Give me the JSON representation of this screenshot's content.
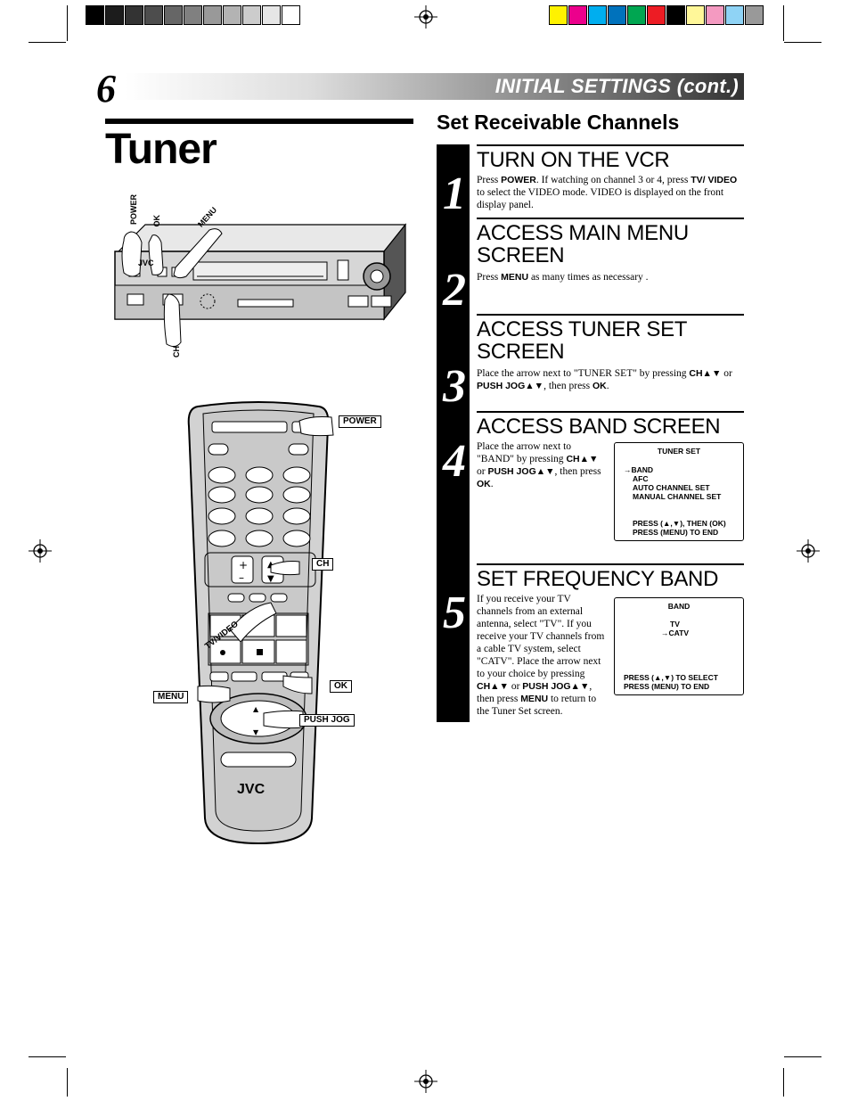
{
  "header": {
    "page_number": "6",
    "section": "INITIAL SETTINGS (cont.)"
  },
  "page_title": "Tuner",
  "subsection": "Set Receivable Channels",
  "steps": [
    {
      "number": "1",
      "heading": "TURN ON THE VCR",
      "body": [
        {
          "t": "Press "
        },
        {
          "t": "POWER",
          "b": true
        },
        {
          "t": ". If watching on channel 3 or 4, press "
        },
        {
          "t": "TV/ VIDEO",
          "b": true
        },
        {
          "t": " to select the VIDEO mode. VIDEO is displayed on the front display panel."
        }
      ]
    },
    {
      "number": "2",
      "heading": "ACCESS MAIN MENU SCREEN",
      "body": [
        {
          "t": "Press "
        },
        {
          "t": "MENU",
          "b": true
        },
        {
          "t": " as many times as necessary ."
        }
      ]
    },
    {
      "number": "3",
      "heading": "ACCESS TUNER SET SCREEN",
      "body": [
        {
          "t": "Place the arrow next to \"TUNER SET\" by pressing "
        },
        {
          "t": "CH▲▼",
          "b": true
        },
        {
          "t": "  or "
        },
        {
          "t": "PUSH JOG▲▼",
          "b": true
        },
        {
          "t": ", then press "
        },
        {
          "t": "OK",
          "b": true
        },
        {
          "t": "."
        }
      ]
    },
    {
      "number": "4",
      "heading": "ACCESS BAND SCREEN",
      "body": [
        {
          "t": "Place the arrow next to \"BAND\" by pressing "
        },
        {
          "t": "CH▲▼",
          "b": true
        },
        {
          "t": "  or "
        },
        {
          "t": "PUSH JOG▲▼",
          "b": true
        },
        {
          "t": ", then press "
        },
        {
          "t": "OK",
          "b": true
        },
        {
          "t": "."
        }
      ]
    },
    {
      "number": "5",
      "heading": "SET FREQUENCY BAND",
      "body": [
        {
          "t": "If you receive your TV channels from an external antenna, select \"TV\". If you receive your TV channels from a cable TV system, select \"CATV\". Place the arrow next to    your choice by pressing "
        },
        {
          "t": "CH▲▼",
          "b": true
        },
        {
          "t": " or "
        },
        {
          "t": "PUSH JOG▲▼",
          "b": true
        },
        {
          "t": ", then press "
        },
        {
          "t": "MENU",
          "b": true
        },
        {
          "t": " to return to the Tuner Set screen."
        }
      ]
    }
  ],
  "screen_tuner_set": {
    "title": "TUNER SET",
    "items": [
      "→BAND",
      "AFC",
      "AUTO CHANNEL SET",
      "MANUAL CHANNEL SET"
    ],
    "hint1": "PRESS (▲,▼), THEN (OK)",
    "hint2": "PRESS (MENU) TO END"
  },
  "screen_band": {
    "title": "BAND",
    "items": [
      "TV",
      "→CATV"
    ],
    "hint1": "PRESS (▲,▼) TO SELECT",
    "hint2": "PRESS (MENU) TO END"
  },
  "vcr_labels": {
    "power": "POWER",
    "ok": "OK",
    "menu": "MENU",
    "ch": "CH",
    "logo": "JVC"
  },
  "remote_labels": {
    "power": "POWER",
    "ch": "CH",
    "tv_video": "TV/VIDEO",
    "ok": "OK",
    "menu": "MENU",
    "push_jog": "PUSH JOG",
    "logo": "JVC"
  },
  "colors": {
    "gray_bar": [
      "#000000",
      "#1c1c1c",
      "#333333",
      "#4d4d4d",
      "#666666",
      "#808080",
      "#999999",
      "#b3b3b3",
      "#cccccc",
      "#e6e6e6",
      "#ffffff"
    ],
    "color_bar": [
      "#fff200",
      "#ec008c",
      "#00aeef",
      "#0072bc",
      "#00a651",
      "#ed1c24",
      "#000000",
      "#fff799",
      "#f49ac1",
      "#8fd3f5",
      "#999999"
    ]
  }
}
